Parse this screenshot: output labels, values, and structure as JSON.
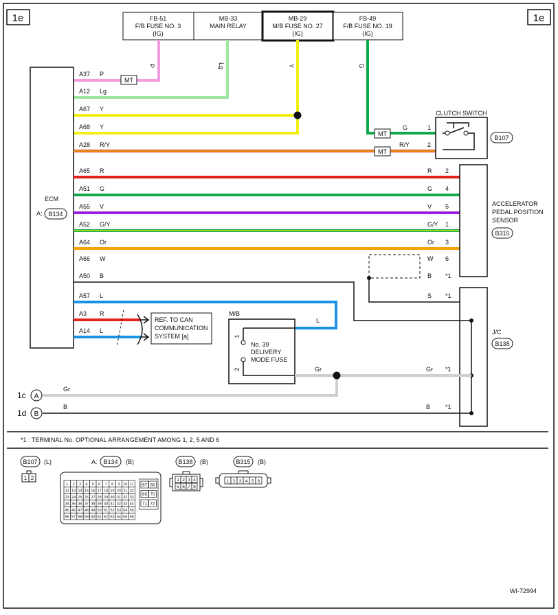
{
  "page_tags": {
    "left": "1e",
    "right": "1e"
  },
  "fuse_boxes": [
    {
      "code": "FB-51",
      "line2": "F/B FUSE NO. 3",
      "line3": "(IG)"
    },
    {
      "code": "MB-33",
      "line2": "MAIN RELAY",
      "line3": ""
    },
    {
      "code": "MB-29",
      "line2": "M/B FUSE NO. 27",
      "line3": "(IG)"
    },
    {
      "code": "FB-49",
      "line2": "F/B FUSE NO. 19",
      "line3": "(IG)"
    }
  ],
  "vertical_wire_labels": [
    "P",
    "Lg",
    "Y",
    "G"
  ],
  "ecm": {
    "label": "ECM",
    "connector_prefix": "A:",
    "connector": "B134"
  },
  "mt_label": "MT",
  "wires": [
    {
      "pin": "A37",
      "color_code": "P",
      "color": "#f39be0"
    },
    {
      "pin": "A12",
      "color_code": "Lg",
      "color": "#9ee8a4"
    },
    {
      "pin": "A67",
      "color_code": "Y",
      "color": "#f2ee12"
    },
    {
      "pin": "A68",
      "color_code": "Y",
      "color": "#f2ee12"
    },
    {
      "pin": "A28",
      "color_code": "R/Y",
      "color": "#d9221c",
      "stripe": "#f2ee12",
      "right_code": "R/Y",
      "right_pin": "2"
    },
    {
      "pin": "A65",
      "color_code": "R",
      "color": "#e3221c",
      "right_code": "R",
      "right_pin": "2"
    },
    {
      "pin": "A51",
      "color_code": "G",
      "color": "#10a84a",
      "right_code": "G",
      "right_pin": "4"
    },
    {
      "pin": "A55",
      "color_code": "V",
      "color": "#9a1de0",
      "right_code": "V",
      "right_pin": "5"
    },
    {
      "pin": "A52",
      "color_code": "G/Y",
      "color": "#10a84a",
      "stripe": "#f2ee12",
      "right_code": "G/Y",
      "right_pin": "1"
    },
    {
      "pin": "A64",
      "color_code": "Or",
      "color": "#f2a50c",
      "right_code": "Or",
      "right_pin": "3"
    },
    {
      "pin": "A66",
      "color_code": "W",
      "color": "#111111",
      "right_code": "W",
      "right_pin": "6"
    },
    {
      "pin": "A50",
      "color_code": "B",
      "color": "#111111",
      "right_code": "B",
      "right_pin": "*1"
    },
    {
      "pin": "A57",
      "color_code": "L",
      "color": "#1a93e6",
      "right_code": "S",
      "right_pin": "*1"
    },
    {
      "pin": "A3",
      "color_code": "R",
      "color": "#e3221c"
    },
    {
      "pin": "A14",
      "color_code": "L",
      "color": "#1a93e6"
    }
  ],
  "clutch_switch": {
    "label": "CLUTCH SWITCH",
    "connector": "B107",
    "wire_g": "G",
    "pin1": "1",
    "pin2": "2"
  },
  "app_sensor": {
    "lines": [
      "ACCELERATOR",
      "PEDAL POSITION",
      "SENSOR"
    ],
    "connector": "B315"
  },
  "can_ref": {
    "lines": [
      "REF. TO CAN",
      "COMMUNICATION",
      "SYSTEM [a]"
    ]
  },
  "mb_fuse": {
    "title": "M/B",
    "lines": [
      "No. 39",
      "DELIVERY",
      "MODE FUSE"
    ],
    "pin1": "1",
    "pin2": "2",
    "wire_l": "L",
    "wire_gr": "Gr"
  },
  "jc": {
    "label": "J/C",
    "connector": "B138",
    "gr_code": "Gr",
    "gr_pin": "*1",
    "b_code": "B",
    "b_pin": "*1"
  },
  "grounds": [
    {
      "tag": "1c",
      "letter": "A",
      "code": "Gr"
    },
    {
      "tag": "1d",
      "letter": "B",
      "code": "B"
    }
  ],
  "footnote": "*1 : TERMINAL No. OPTIONAL ARRANGEMENT AMONG 1, 2, 5 AND 6",
  "connectors": [
    {
      "id": "B107",
      "color": "(L)",
      "pins": [
        "1",
        "2"
      ]
    },
    {
      "id": "B134",
      "prefix": "A:",
      "color": "(B)"
    },
    {
      "id": "B138",
      "color": "(B)",
      "pins_top": [
        "1",
        "2",
        "3",
        "4"
      ],
      "pins_bottom": [
        "5",
        "6",
        "7",
        "8"
      ]
    },
    {
      "id": "B315",
      "color": "(B)",
      "pins": [
        "1",
        "2",
        "3",
        "4",
        "5",
        "6"
      ]
    }
  ],
  "b134_pins": {
    "rows": [
      [
        "1",
        "2",
        "3",
        "4",
        "5",
        "6",
        "7",
        "8",
        "9",
        "10",
        "11"
      ],
      [
        "12",
        "13",
        "14",
        "15",
        "16",
        "17",
        "18",
        "19",
        "20",
        "21",
        "22"
      ],
      [
        "23",
        "24",
        "25",
        "26",
        "27",
        "28",
        "29",
        "30",
        "31",
        "32",
        "33"
      ],
      [
        "34",
        "35",
        "36",
        "37",
        "38",
        "39",
        "40",
        "41",
        "42",
        "43",
        "44"
      ],
      [
        "45",
        "46",
        "47",
        "48",
        "49",
        "50",
        "51",
        "52",
        "53",
        "54",
        "55"
      ],
      [
        "56",
        "57",
        "58",
        "59",
        "60",
        "61",
        "62",
        "63",
        "64",
        "65",
        "66"
      ]
    ],
    "side": [
      [
        "67",
        "68"
      ],
      [
        "69",
        "70"
      ],
      [
        "71",
        "72"
      ]
    ]
  },
  "figure_id": "WI-72994"
}
